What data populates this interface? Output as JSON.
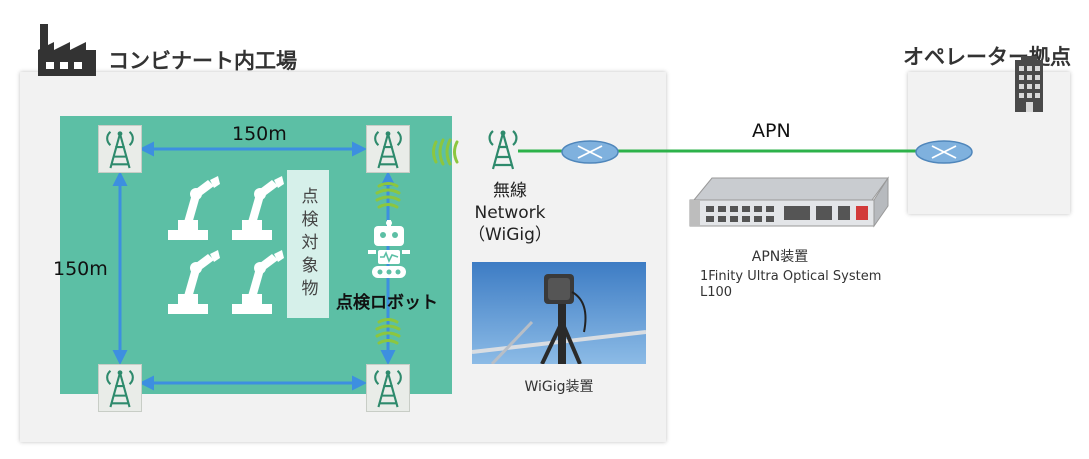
{
  "factory": {
    "title": "コンビナート内工場",
    "icon": "factory-icon"
  },
  "operator": {
    "title": "オペレーター拠点",
    "icon": "building-icon"
  },
  "site": {
    "width_label": "150m",
    "height_label": "150m",
    "target_label": "点検対象物",
    "robot_label": "点検ロボット"
  },
  "wireless": {
    "line1": "無線",
    "line2": "Network",
    "line3": "（WiGig）"
  },
  "wigig_device": {
    "label": "WiGig装置"
  },
  "apn": {
    "link_label": "APN",
    "device_label": "APN装置",
    "product_line1": "1Finity Ultra Optical System",
    "product_line2": "L100"
  },
  "colors": {
    "site_green": "#5cbfa5",
    "arrow_blue": "#3d8fe0",
    "apn_line_green": "#2db24a",
    "signal_green": "#8cc63f",
    "router_blue": "#7fb1de"
  }
}
